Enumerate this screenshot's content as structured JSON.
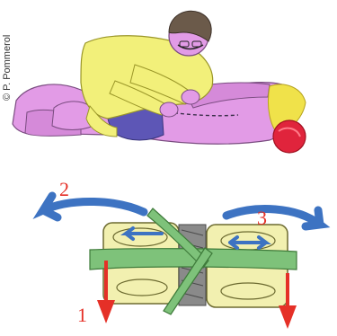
{
  "copyright": "© P. Pommerol",
  "steps": {
    "one": "1",
    "two": "2",
    "three": "3"
  },
  "colors": {
    "skin_patient": "#e29be6",
    "skin_shade": "#c97ad0",
    "shirt_rescuer": "#f2f07a",
    "hair_rescuer": "#6b5a4a",
    "hair_patient": "#f0e24a",
    "cap_patient": "#e0243c",
    "pants": "#5d56b6",
    "vertebra": "#f2f0b0",
    "ligament": "#7ec27a",
    "arrow_blue": "#3d73c2",
    "arrow_red": "#e53027",
    "disc": "#8a8a8a"
  }
}
